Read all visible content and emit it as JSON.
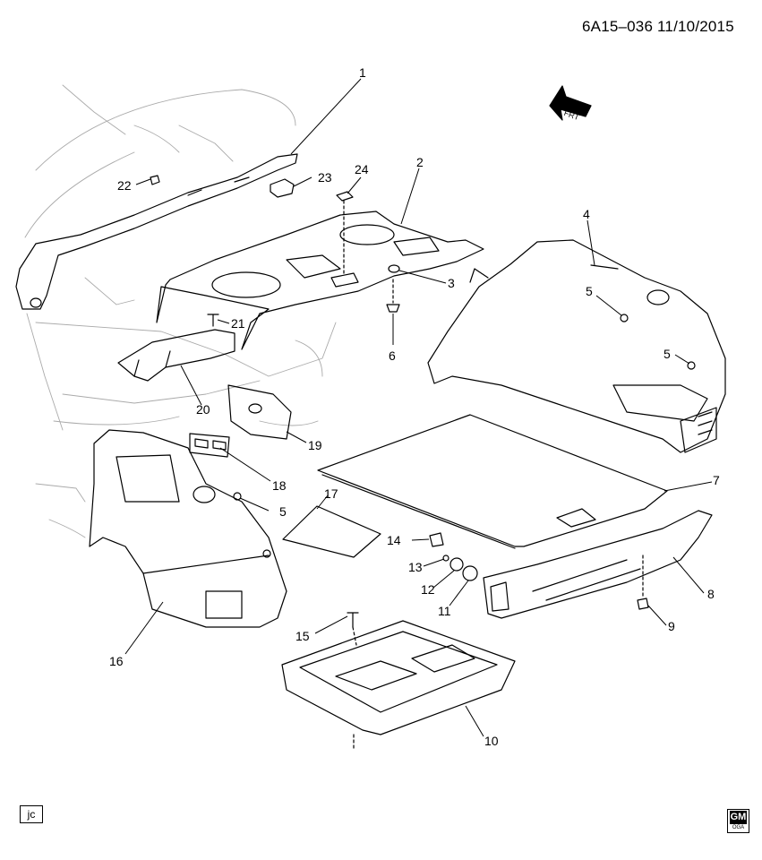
{
  "header": {
    "diagram_code": "6A15–036 11/10/2015"
  },
  "direction_marker": {
    "label": "FRT"
  },
  "callouts": [
    {
      "id": "c1",
      "number": "1"
    },
    {
      "id": "c2",
      "number": "2"
    },
    {
      "id": "c3",
      "number": "3"
    },
    {
      "id": "c4",
      "number": "4"
    },
    {
      "id": "c5a",
      "number": "5"
    },
    {
      "id": "c5b",
      "number": "5"
    },
    {
      "id": "c5c",
      "number": "5"
    },
    {
      "id": "c6",
      "number": "6"
    },
    {
      "id": "c7",
      "number": "7"
    },
    {
      "id": "c8",
      "number": "8"
    },
    {
      "id": "c9",
      "number": "9"
    },
    {
      "id": "c10",
      "number": "10"
    },
    {
      "id": "c11",
      "number": "11"
    },
    {
      "id": "c12",
      "number": "12"
    },
    {
      "id": "c13",
      "number": "13"
    },
    {
      "id": "c14",
      "number": "14"
    },
    {
      "id": "c15",
      "number": "15"
    },
    {
      "id": "c16",
      "number": "16"
    },
    {
      "id": "c17",
      "number": "17"
    },
    {
      "id": "c18",
      "number": "18"
    },
    {
      "id": "c19",
      "number": "19"
    },
    {
      "id": "c20",
      "number": "20"
    },
    {
      "id": "c21",
      "number": "21"
    },
    {
      "id": "c22",
      "number": "22"
    },
    {
      "id": "c23",
      "number": "23"
    },
    {
      "id": "c24",
      "number": "24"
    }
  ],
  "footer": {
    "artist_initials": "jc",
    "brand_mark": "GM",
    "brand_sub": "OGA"
  }
}
